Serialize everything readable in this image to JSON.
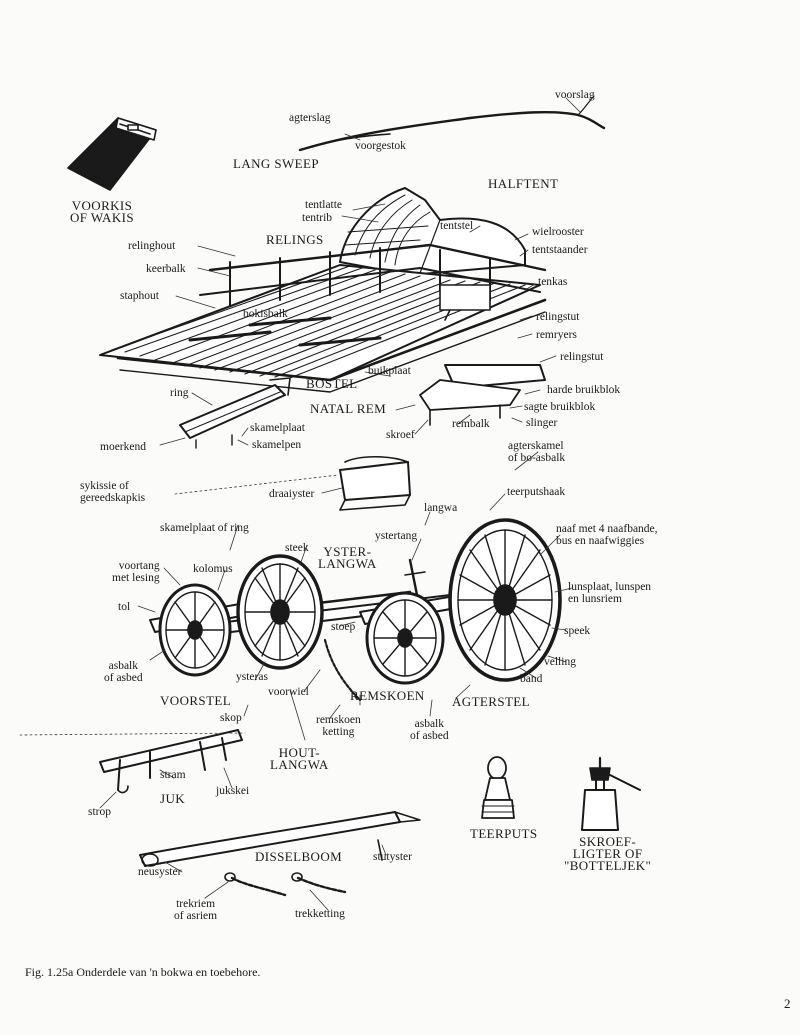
{
  "labels": {
    "voorslag": "voorslag",
    "agterslag": "agterslag",
    "voorgestok": "voorgestok",
    "lang_sweep": "LANG SWEEP",
    "voorkis": "VOORKIS\nOF WAKIS",
    "halftent": "HALFTENT",
    "tentlatte": "tentlatte",
    "tentrib": "tentrib",
    "tentstel": "tentstel",
    "wielrooster": "wielrooster",
    "tentstaander": "tentstaander",
    "relinghout": "relinghout",
    "relings": "RELINGS",
    "keerbalk": "keerbalk",
    "tenkas": "tenkas",
    "staphout": "staphout",
    "bokisbalk": "bokisbalk",
    "relingstut_1": "relingstut",
    "remryers": "remryers",
    "relingstut_2": "relingstut",
    "ring": "ring",
    "buikplaat": "buikplaat",
    "bostel": "BOSTEL",
    "harde_bruikblok": "harde bruikblok",
    "natal_rem": "NATAL REM",
    "sagte_bruikblok": "sagte bruikblok",
    "slinger": "slinger",
    "skamelplaat": "skamelplaat",
    "skamelpen": "skamelpen",
    "skroef": "skroef",
    "rembalk": "rembalk",
    "moerkend": "moerkend",
    "agterskamel": "agterskamel\nof bo-asbalk",
    "teerputshaak": "teerputshaak",
    "sykissie": "sykissie of\ngereedskapkis",
    "draaiyster": "draaiyster",
    "langwa_pen": "langwa",
    "skamelplaat_ring": "skamelplaat of ring",
    "steek": "steek",
    "ysterlangwa": "YSTER-\nLANGWA",
    "ystertang": "ystertang",
    "naaf": "naaf met 4 naafbande,\nbus en naafwiggies",
    "voortang": "voortang\nmet lesing",
    "kolomus": "kolomus",
    "lunsplaat": "lunsplaat, lunspen\nen lunsriem",
    "tol": "tol",
    "stoep": "stoep",
    "speek": "speek",
    "asbalk": "asbalk\nof asbed",
    "ysteras": "ysteras",
    "velling": "velling",
    "band": "band",
    "voorstel": "VOORSTEL",
    "voorwiel": "voorwiel",
    "remskoen": "REMSKOEN",
    "agterstel": "AGTERSTEL",
    "skop": "skop",
    "remskoen_ketting": "remskoen\nketting",
    "asbalk_2": "asbalk\nof asbed",
    "houtlangwa": "HOUT-\nLANGWA",
    "jukskei": "jukskei",
    "stram": "stram",
    "juk": "JUK",
    "strop": "strop",
    "teerputs": "TEERPUTS",
    "skroef_ligter": "SKROEF-\nLIGTER OF\n\"BOTTELJEK\"",
    "disselboom": "DISSELBOOM",
    "stutyster": "stutyster",
    "neusyster": "neusyster",
    "trekriem": "trekriem\nof asriem",
    "trekketting": "trekketting"
  },
  "caption": "Fig. 1.25a Onderdele van 'n bokwa en toebehore.",
  "page_number": "2"
}
